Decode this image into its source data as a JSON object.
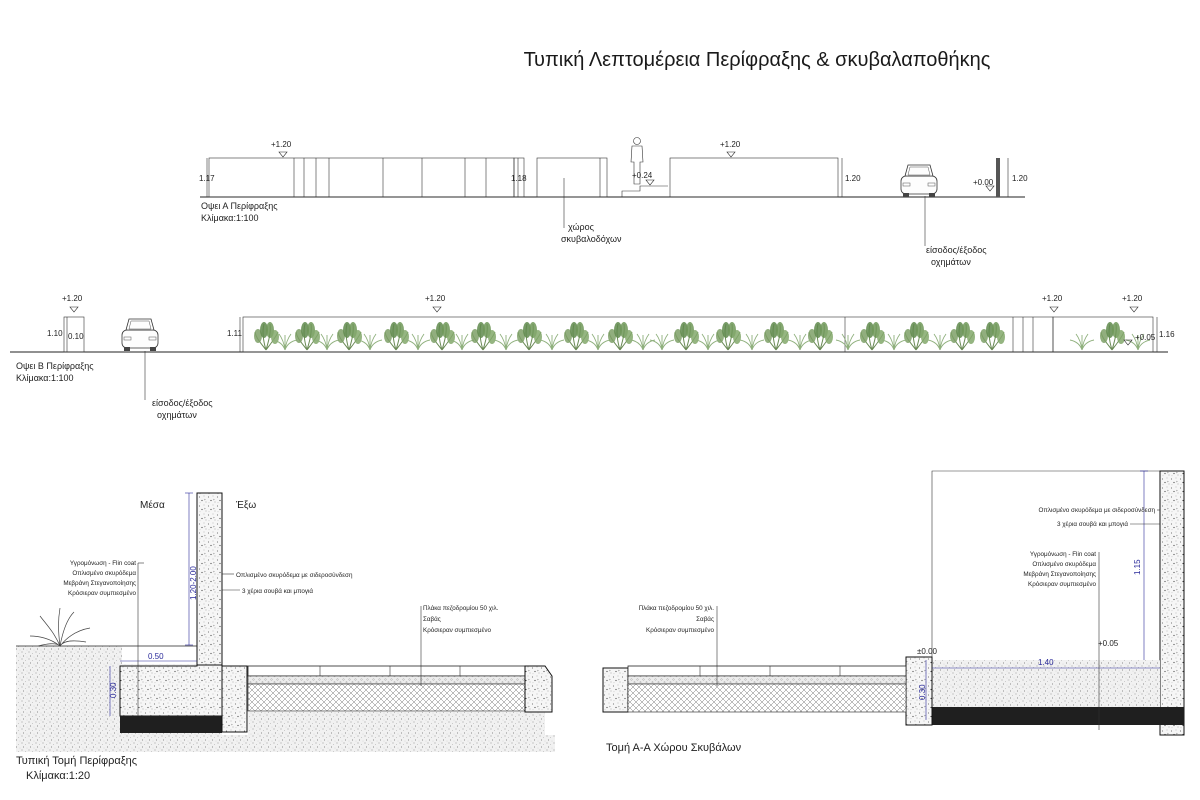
{
  "title": "Τυπική Λεπτομέρεια Περίφραξης & σκυβαλαποθήκης",
  "elevation_a": {
    "name": "Οψει Α Περίφραξης",
    "scale": "Κλίμακα:1:100",
    "dims": [
      "+1.20",
      "+1.20",
      "1.17",
      "1.18",
      "+0.24",
      "1.20",
      "+0.00",
      "1.20"
    ],
    "callout_bins": [
      "χώρος",
      "σκυβαλοδόχων"
    ],
    "callout_vehicle": [
      "είσοδος/έξοδος",
      "οχημάτων"
    ]
  },
  "elevation_b": {
    "name": "Οψει Β Περίφραξης",
    "scale": "Κλίμακα:1:100",
    "dims": [
      "+1.20",
      "1.10",
      "0.10",
      "1.11",
      "+1.20",
      "+1.20",
      "+1.20",
      "+0.05",
      "1.16"
    ],
    "callout_vehicle": [
      "είσοδος/έξοδος",
      "οχημάτων"
    ]
  },
  "section_fence": {
    "inside": "Μέσα",
    "outside": "Έξω",
    "dims": [
      "1.20-2.00",
      "0.50",
      "0.30"
    ],
    "labels_left": [
      "Υγρομόνωση - Flin coat",
      "Οπλισμένο σκυρόδεμα",
      "Μεβράνη Στεγανοποίησης",
      "Κρόσιεραν συμπιεσμένο"
    ],
    "labels_right": [
      "Οπλισμένο σκυρόδεμα με σιδεροσύνδεση",
      "3 χέρια σουβά και μπογιά"
    ],
    "labels_paving": [
      "Πλάκα πεζοδρομίου 50 χιλ.",
      "Σαβάς",
      "Κρόσιεραν συμπιεσμένο"
    ],
    "caption": "Τυπική Τομή Περίφραξης",
    "scale": "Κλίμακα:1:20"
  },
  "section_bins": {
    "labels_paving": [
      "Πλάκα πεζοδρομίου 50 χιλ.",
      "Σαβάς",
      "Κρόσιεραν συμπιεσμένο"
    ],
    "labels_right_top": [
      "Οπλισμένο σκυρόδεμα με σιδεροσύνδεση",
      "3 χέρια σουβά και μπογιά"
    ],
    "labels_right": [
      "Υγρομόνωση - Flin coat",
      "Οπλισμένο σκυρόδεμα",
      "Μεβράνη Στεγανοποίησης",
      "Κρόσιεραν συμπιεσμένο"
    ],
    "dims": [
      "1.15",
      "+0.05",
      "±0.00",
      "1.40",
      "0.30"
    ],
    "caption": "Τομή Α-Α Χώρου Σκυβάλων"
  }
}
